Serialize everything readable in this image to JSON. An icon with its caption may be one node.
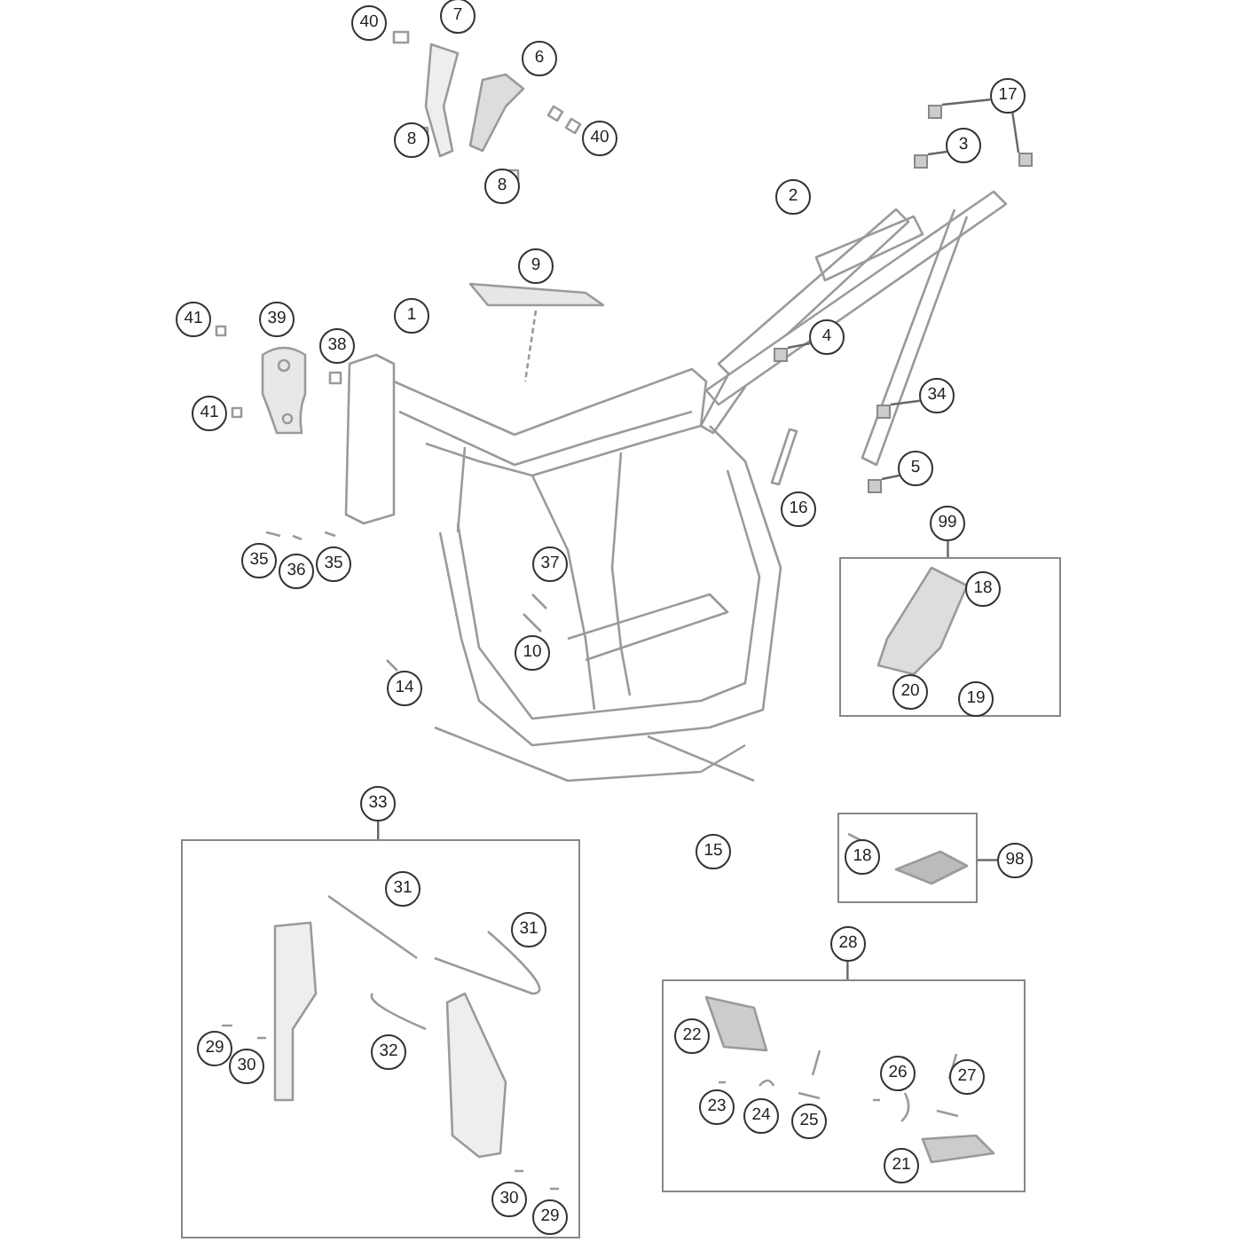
{
  "diagram": {
    "nodes": [
      {
        "text": [
          "7"
        ]
      },
      {
        "text": [
          "40"
        ]
      },
      {
        "text": [
          "6"
        ]
      },
      {
        "text": [
          "17"
        ]
      },
      {
        "text": [
          "3"
        ]
      },
      {
        "text": [
          "40"
        ]
      },
      {
        "text": [
          "8"
        ]
      },
      {
        "text": [
          "8"
        ]
      },
      {
        "text": [
          "2"
        ]
      },
      {
        "text": [
          "9"
        ]
      },
      {
        "text": [
          "1"
        ]
      },
      {
        "text": [
          "41"
        ]
      },
      {
        "text": [
          "39"
        ]
      },
      {
        "text": [
          "4"
        ]
      },
      {
        "text": [
          "38"
        ]
      },
      {
        "text": [
          "34"
        ]
      },
      {
        "text": [
          "41"
        ]
      },
      {
        "text": [
          "5"
        ]
      },
      {
        "text": [
          "16"
        ]
      },
      {
        "text": [
          "99"
        ]
      },
      {
        "text": [],
        "shape": "box"
      },
      {
        "text": [
          "18"
        ],
        "in": 20
      },
      {
        "text": [
          "37"
        ]
      },
      {
        "text": [
          "35"
        ]
      },
      {
        "text": [
          "36"
        ]
      },
      {
        "text": [
          "35"
        ]
      },
      {
        "text": [
          "10"
        ]
      },
      {
        "text": [
          "20"
        ],
        "in": 20
      },
      {
        "text": [
          "19"
        ],
        "in": 20
      },
      {
        "text": [
          "14"
        ]
      },
      {
        "text": [
          "33"
        ]
      },
      {
        "text": [],
        "shape": "box"
      },
      {
        "text": [
          "98"
        ]
      },
      {
        "text": [],
        "shape": "box"
      },
      {
        "text": [
          "18"
        ],
        "in": 33
      },
      {
        "text": [
          "15"
        ]
      },
      {
        "text": [
          "31"
        ],
        "in": 31
      },
      {
        "text": [
          "31"
        ],
        "in": 31
      },
      {
        "text": [
          "28"
        ]
      },
      {
        "text": [],
        "shape": "box"
      },
      {
        "text": [
          "22"
        ],
        "in": 39
      },
      {
        "text": [
          "29"
        ],
        "in": 31
      },
      {
        "text": [
          "30"
        ],
        "in": 31
      },
      {
        "text": [
          "32"
        ],
        "in": 31
      },
      {
        "text": [
          "23"
        ],
        "in": 39
      },
      {
        "text": [
          "24"
        ],
        "in": 39
      },
      {
        "text": [
          "25"
        ],
        "in": 39
      },
      {
        "text": [
          "26"
        ],
        "in": 39
      },
      {
        "text": [
          "27"
        ],
        "in": 39
      },
      {
        "text": [
          "21"
        ],
        "in": 39
      },
      {
        "text": [
          "30"
        ],
        "in": 31
      },
      {
        "text": [
          "29"
        ],
        "in": 31
      },
      {
        "text": [],
        "shape": "box"
      },
      {
        "text": [],
        "shape": "box"
      },
      {
        "text": [],
        "shape": "box"
      },
      {
        "text": [],
        "shape": "box"
      },
      {
        "text": [],
        "shape": "box"
      },
      {
        "text": [],
        "shape": "box"
      }
    ],
    "edges": [
      {
        "from": 3,
        "to": 52,
        "arrow": "none"
      },
      {
        "from": 3,
        "to": 53,
        "arrow": "none"
      },
      {
        "from": 4,
        "to": 54,
        "arrow": "none"
      },
      {
        "from": 13,
        "to": 55,
        "arrow": "none"
      },
      {
        "from": 15,
        "to": 56,
        "arrow": "none"
      },
      {
        "from": 17,
        "to": 57,
        "arrow": "none"
      },
      {
        "from": 19,
        "to": 20,
        "arrow": "none"
      },
      {
        "from": 30,
        "to": 31,
        "arrow": "none"
      },
      {
        "from": 32,
        "to": 33,
        "arrow": "none"
      },
      {
        "from": 38,
        "to": 39,
        "arrow": "none"
      }
    ]
  }
}
